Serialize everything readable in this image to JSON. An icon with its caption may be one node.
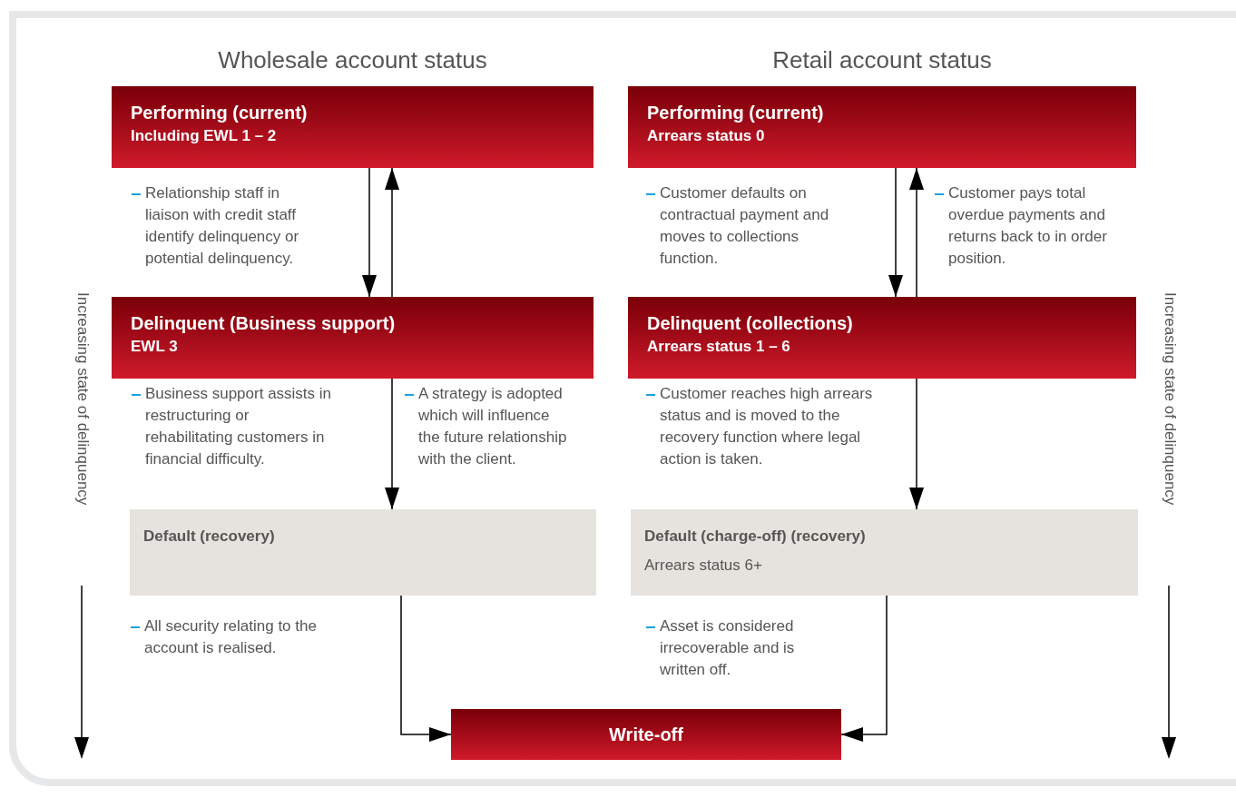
{
  "diagram": {
    "nodes": [
      {
        "text": [
          "Performing (current)",
          "Including EWL 1 – 2"
        ]
      },
      {
        "text": [
          "Delinquent (Business support)",
          "EWL 3"
        ]
      },
      {
        "text": [
          "Default (recovery)"
        ]
      },
      {
        "text": [
          "Performing (current)",
          "Arrears status 0"
        ]
      },
      {
        "text": [
          "Delinquent (collections)",
          "Arrears status 1 – 6"
        ]
      },
      {
        "text": [
          "Default (charge-off) (recovery)",
          "Arrears status 6+"
        ]
      },
      {
        "text": [
          "Write-off"
        ]
      }
    ],
    "edges": [
      {
        "from": 0,
        "to": 1,
        "arrow": "to"
      },
      {
        "from": 1,
        "to": 0,
        "arrow": "to"
      },
      {
        "from": 1,
        "to": 2,
        "arrow": "to"
      },
      {
        "from": 3,
        "to": 4,
        "arrow": "to"
      },
      {
        "from": 4,
        "to": 3,
        "arrow": "to"
      },
      {
        "from": 4,
        "to": 5,
        "arrow": "to"
      },
      {
        "from": 2,
        "to": 6,
        "arrow": "to"
      },
      {
        "from": 5,
        "to": 6,
        "arrow": "to"
      }
    ],
    "labels": [
      "Wholesale account status",
      "Retail account status",
      "Relationship staff in liaison with credit staff identify delinquency or potential delinquency.",
      "Customer defaults on contractual payment and moves to collections function.",
      "Customer pays total overdue payments and returns back to in order position.",
      "Increasing state of delinquency",
      "Business support assists in restructuring or rehabilitating customers in financial difficulty.",
      "A strategy is adopted which will influence the future relationship with the client.",
      "Customer reaches high arrears status and is moved to the recovery function where legal action is taken.",
      "Increasing state of delinquency",
      "All security relating to the account is realised.",
      "Asset is considered irrecoverable and is written off."
    ]
  }
}
